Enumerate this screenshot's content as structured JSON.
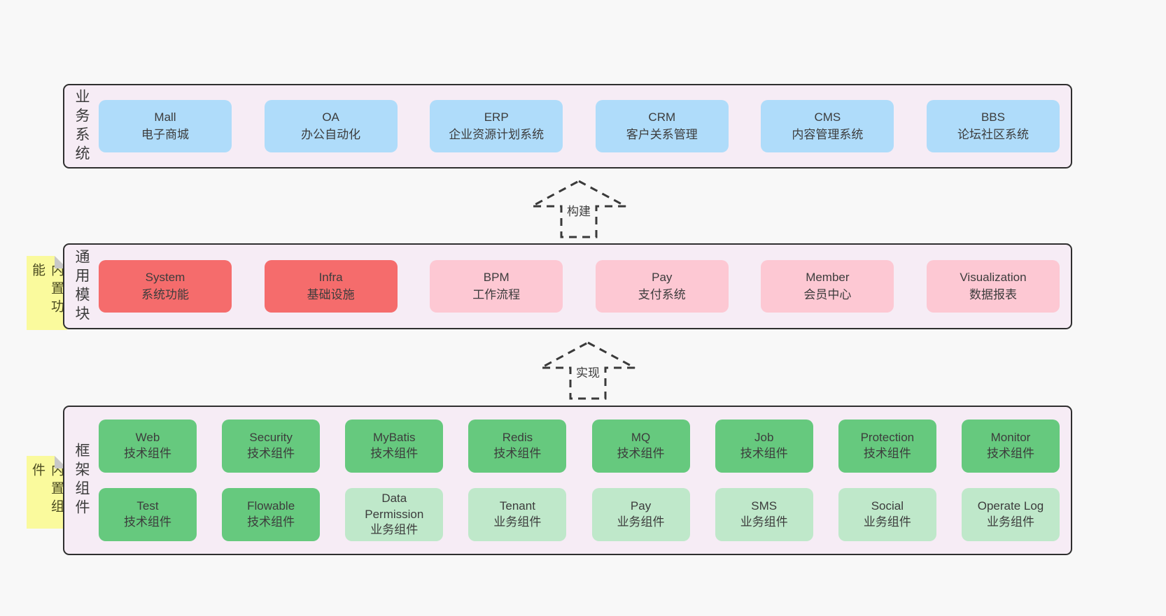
{
  "colors": {
    "page_bg": "#f8f8f8",
    "band_bg": "#f6ecf5",
    "band_border": "#2f2f2f",
    "blue": "#afdcfa",
    "red": "#f56c6c",
    "pink": "#fdc8d3",
    "green": "#66c97e",
    "light_green": "#bfe8ca",
    "sticky_yellow": "#fafa9d",
    "sticky_fold": "#c8c8c8",
    "text": "#3c3c3c"
  },
  "arrows": [
    {
      "label": "构建"
    },
    {
      "label": "实现"
    }
  ],
  "bands": [
    {
      "label": "业务系统",
      "sticky": null,
      "rows": [
        [
          {
            "en": "Mall",
            "zh": "电子商城",
            "type": "blue"
          },
          {
            "en": "OA",
            "zh": "办公自动化",
            "type": "blue"
          },
          {
            "en": "ERP",
            "zh": "企业资源计划系统",
            "type": "blue"
          },
          {
            "en": "CRM",
            "zh": "客户关系管理",
            "type": "blue"
          },
          {
            "en": "CMS",
            "zh": "内容管理系统",
            "type": "blue"
          },
          {
            "en": "BBS",
            "zh": "论坛社区系统",
            "type": "blue"
          }
        ]
      ]
    },
    {
      "label": "通用模块",
      "sticky": "内置功能",
      "rows": [
        [
          {
            "en": "System",
            "zh": "系统功能",
            "type": "red"
          },
          {
            "en": "Infra",
            "zh": "基础设施",
            "type": "red"
          },
          {
            "en": "BPM",
            "zh": "工作流程",
            "type": "pink"
          },
          {
            "en": "Pay",
            "zh": "支付系统",
            "type": "pink"
          },
          {
            "en": "Member",
            "zh": "会员中心",
            "type": "pink"
          },
          {
            "en": "Visualization",
            "zh": "数据报表",
            "type": "pink"
          }
        ]
      ]
    },
    {
      "label": "框架组件",
      "sticky": "内置组件",
      "rows": [
        [
          {
            "en": "Web",
            "zh": "技术组件",
            "type": "green"
          },
          {
            "en": "Security",
            "zh": "技术组件",
            "type": "green"
          },
          {
            "en": "MyBatis",
            "zh": "技术组件",
            "type": "green"
          },
          {
            "en": "Redis",
            "zh": "技术组件",
            "type": "green"
          },
          {
            "en": "MQ",
            "zh": "技术组件",
            "type": "green"
          },
          {
            "en": "Job",
            "zh": "技术组件",
            "type": "green"
          },
          {
            "en": "Protection",
            "zh": "技术组件",
            "type": "green"
          },
          {
            "en": "Monitor",
            "zh": "技术组件",
            "type": "green"
          }
        ],
        [
          {
            "en": "Test",
            "zh": "技术组件",
            "type": "green"
          },
          {
            "en": "Flowable",
            "zh": "技术组件",
            "type": "green"
          },
          {
            "en": "Data Permission",
            "zh": "业务组件",
            "type": "light_green"
          },
          {
            "en": "Tenant",
            "zh": "业务组件",
            "type": "light_green"
          },
          {
            "en": "Pay",
            "zh": "业务组件",
            "type": "light_green"
          },
          {
            "en": "SMS",
            "zh": "业务组件",
            "type": "light_green"
          },
          {
            "en": "Social",
            "zh": "业务组件",
            "type": "light_green"
          },
          {
            "en": "Operate Log",
            "zh": "业务组件",
            "type": "light_green"
          }
        ]
      ]
    }
  ]
}
